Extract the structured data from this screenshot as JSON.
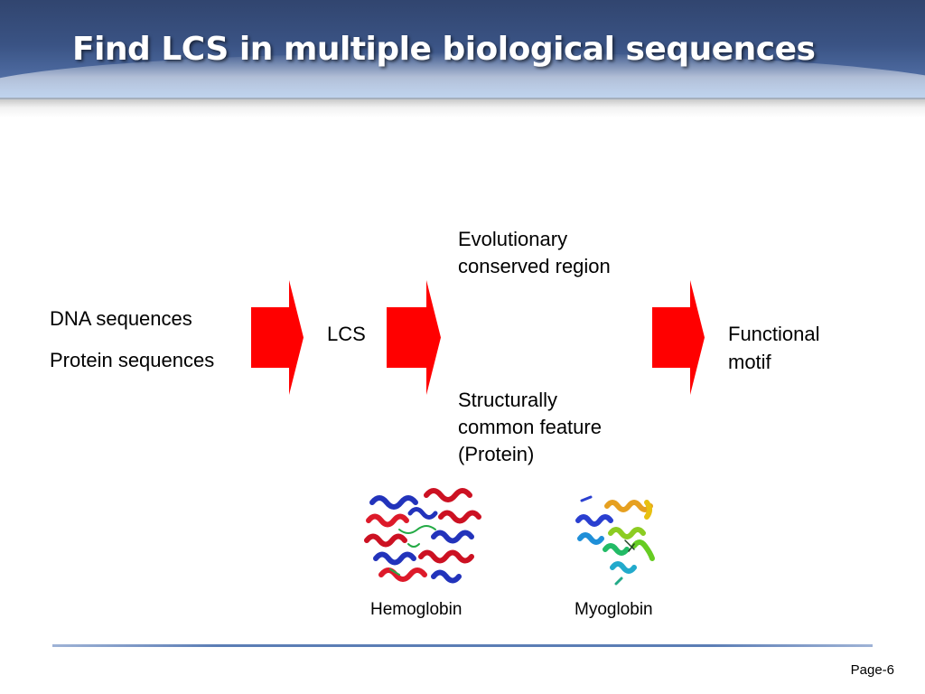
{
  "slide": {
    "title": "Find LCS in multiple biological sequences",
    "inputs": [
      "DNA sequences",
      "Protein sequences"
    ],
    "middle": "LCS",
    "branch_top": [
      "Evolutionary",
      "conserved region"
    ],
    "branch_bottom": [
      "Structurally",
      "common feature",
      "(Protein)"
    ],
    "output": [
      "Functional",
      "motif"
    ],
    "images": [
      {
        "caption": "Hemoglobin"
      },
      {
        "caption": "Myoglobin"
      }
    ],
    "page_number": "Page-6"
  },
  "colors": {
    "arrow": "#ff0000",
    "title_bar": "#3a5384",
    "rule": "#5b7db5"
  }
}
